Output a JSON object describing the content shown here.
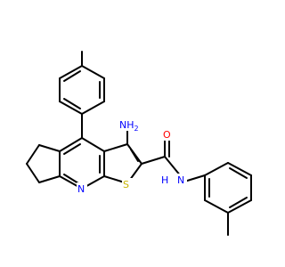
{
  "molecule": {
    "atoms": {
      "amino": {
        "text": "NH",
        "sub": "2",
        "color": "#0000ff"
      },
      "carbonyl_o": {
        "text": "O",
        "color": "#ff0000"
      },
      "amide_n": {
        "text": "N",
        "color": "#0000ff"
      },
      "amide_h": {
        "text": "H",
        "color": "#0000ff"
      },
      "pyridine_n": {
        "text": "N",
        "color": "#0000ff"
      },
      "thiophene_s": {
        "text": "S",
        "color": "#c8b400"
      }
    },
    "bond_color": "#000000"
  }
}
